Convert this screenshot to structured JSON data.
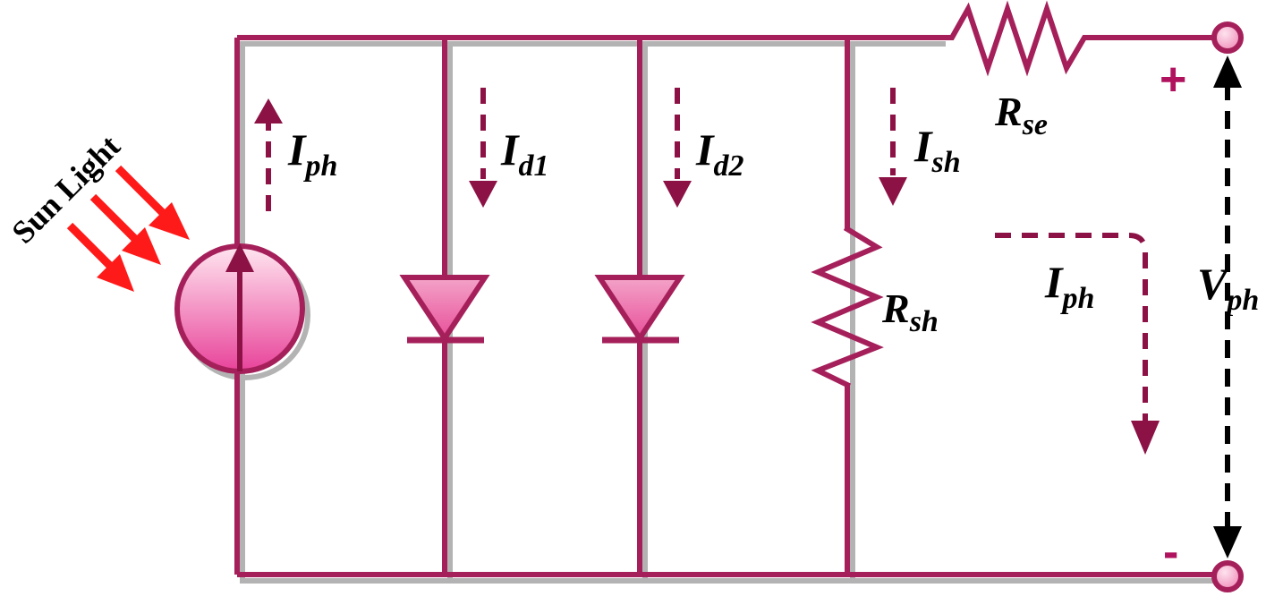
{
  "diagram": {
    "labels": {
      "sun_light": "Sun Light",
      "iph_source": {
        "main": "I",
        "sub": "ph"
      },
      "id1": {
        "main": "I",
        "sub": "d1"
      },
      "id2": {
        "main": "I",
        "sub": "d2"
      },
      "ish": {
        "main": "I",
        "sub": "sh"
      },
      "rse": {
        "main": "R",
        "sub": "se"
      },
      "rsh": {
        "main": "R",
        "sub": "sh"
      },
      "iph_load": {
        "main": "I",
        "sub": "ph"
      },
      "vph": {
        "main": "V",
        "sub": "ph"
      },
      "plus": "+",
      "minus": "-"
    },
    "colors": {
      "wire": "#a5205a",
      "shadow": "#9a9a9a",
      "arrow_dashed": "#8c1245",
      "voltage_arrow": "#000000",
      "sun_rays": "#ff1a1a",
      "source_fill_top": "#ffe6f0",
      "source_fill_bottom": "#e8439a",
      "diode_fill": "#e8509a",
      "terminal_fill": "#f08bb8",
      "sign_color": "#b0125e"
    }
  }
}
